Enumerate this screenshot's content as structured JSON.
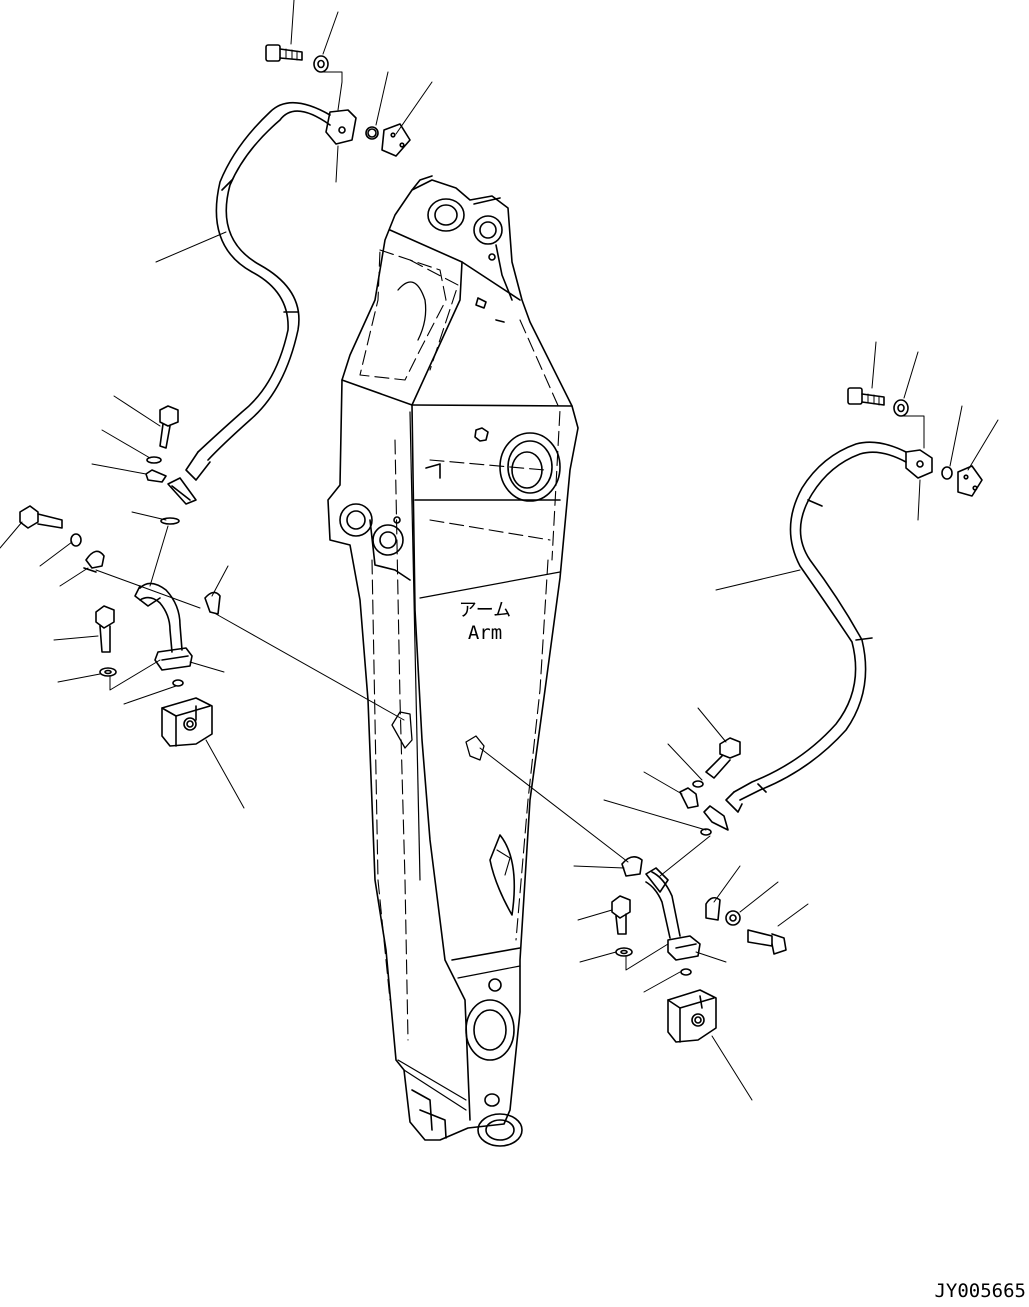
{
  "diagram": {
    "part_label_jp": "アーム",
    "part_label_en": "Arm",
    "drawing_code": "JY005665"
  },
  "colors": {
    "line": "#000000",
    "background": "#ffffff"
  }
}
